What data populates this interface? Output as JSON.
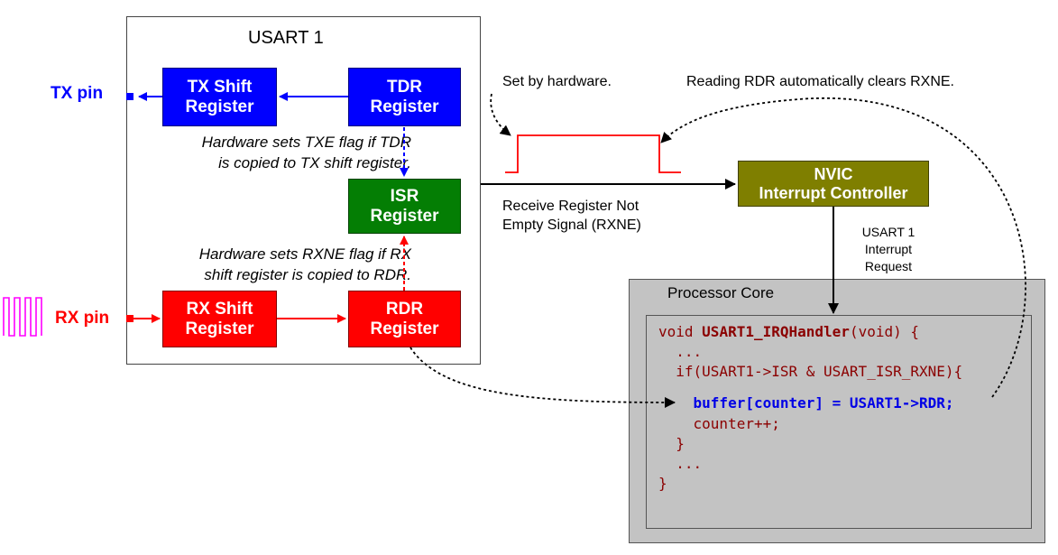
{
  "usart_title": "USART 1",
  "pins": {
    "tx": "TX pin",
    "rx": "RX pin"
  },
  "registers": {
    "tx_shift": [
      "TX Shift",
      "Register"
    ],
    "tdr": [
      "TDR",
      "Register"
    ],
    "isr": [
      "ISR",
      "Register"
    ],
    "rx_shift": [
      "RX Shift",
      "Register"
    ],
    "rdr": [
      "RDR",
      "Register"
    ]
  },
  "notes": {
    "txe": [
      "Hardware sets TXE flag if TDR",
      "is copied to TX shift register."
    ],
    "rxne": [
      "Hardware sets RXNE flag if RX",
      "shift register is copied to RDR."
    ]
  },
  "signal": {
    "set_by_hw": "Set by hardware.",
    "reading_clears": "Reading RDR automatically clears RXNE.",
    "rxne_label": [
      "Receive Register Not",
      "Empty Signal (RXNE)"
    ]
  },
  "nvic": [
    "NVIC",
    "Interrupt Controller"
  ],
  "irq_request": [
    "USART 1",
    "Interrupt",
    "Request"
  ],
  "core_title": "Processor Core",
  "code": {
    "l1_pre": "void ",
    "l1_fn": "USART1_IRQHandler",
    "l1_post": "(void) {",
    "l2": "  ...",
    "l3": "  if(USART1->ISR & USART_ISR_RXNE){",
    "l4": "    buffer[counter] = USART1->RDR;",
    "l5": "    counter++;",
    "l6": "  }",
    "l7": "  ...",
    "l8": "}"
  },
  "colors": {
    "tx": "#0000ff",
    "rx": "#ff0000",
    "isr": "#047e04",
    "nvic": "#7f7f00",
    "rx_pin": "#ff00ff",
    "core": "#c3c3c3"
  }
}
